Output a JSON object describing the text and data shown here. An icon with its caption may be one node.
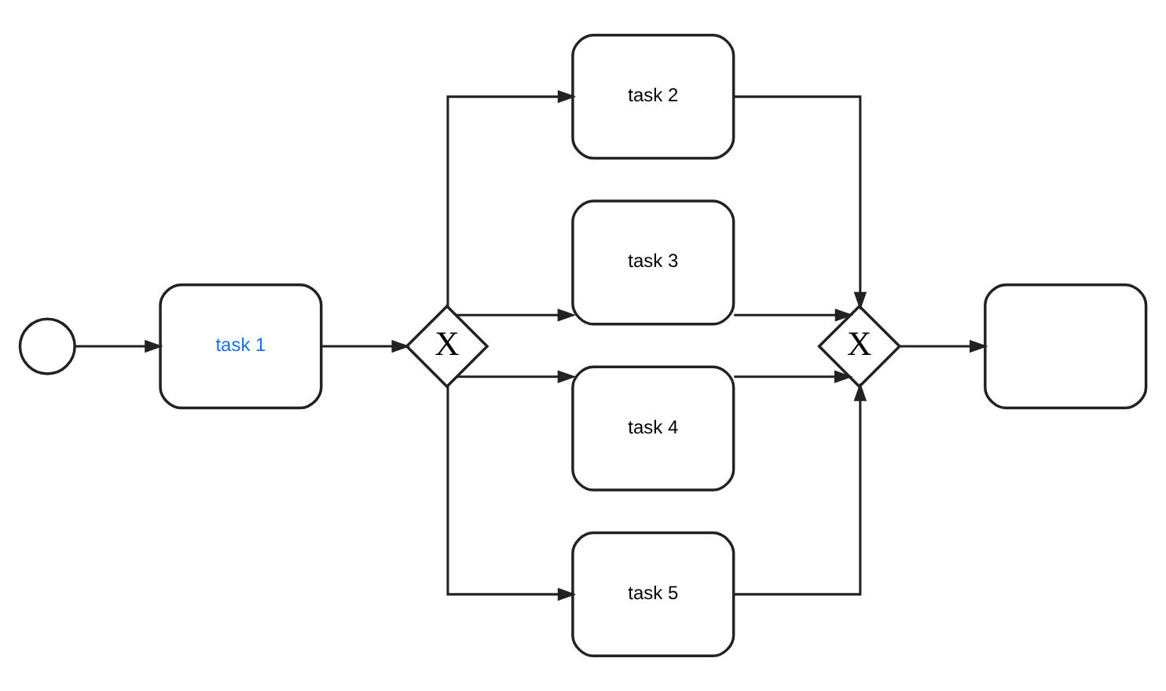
{
  "diagram": {
    "nodes": [
      {
        "text": [],
        "shape": "circle"
      },
      {
        "text": [
          "task 1"
        ]
      },
      {
        "text": [
          "X"
        ]
      },
      {
        "text": [
          "task 2"
        ]
      },
      {
        "text": [
          "task 3"
        ]
      },
      {
        "text": [
          "task 4"
        ]
      },
      {
        "text": [
          "task 5"
        ]
      },
      {
        "text": [
          "X"
        ]
      },
      {
        "text": [],
        "shape": "box"
      }
    ],
    "edges": [
      {
        "from": 0,
        "to": 1,
        "arrow": "to"
      },
      {
        "from": 1,
        "to": 2,
        "arrow": "to"
      },
      {
        "from": 2,
        "to": 3,
        "arrow": "to"
      },
      {
        "from": 2,
        "to": 4,
        "arrow": "to"
      },
      {
        "from": 2,
        "to": 5,
        "arrow": "to"
      },
      {
        "from": 2,
        "to": 6,
        "arrow": "to"
      },
      {
        "from": 3,
        "to": 7,
        "arrow": "to"
      },
      {
        "from": 4,
        "to": 7,
        "arrow": "to"
      },
      {
        "from": 5,
        "to": 7,
        "arrow": "to"
      },
      {
        "from": 6,
        "to": 7,
        "arrow": "to"
      },
      {
        "from": 7,
        "to": 8,
        "arrow": "to"
      }
    ]
  }
}
